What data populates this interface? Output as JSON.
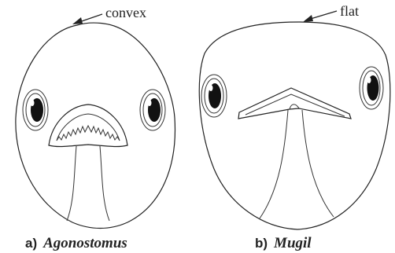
{
  "annotations": {
    "convex": "convex",
    "flat": "flat"
  },
  "captions": {
    "a": {
      "letter": "a)",
      "genus": "Agonostomus"
    },
    "b": {
      "letter": "b)",
      "genus": "Mugil"
    }
  },
  "colors": {
    "ink": "#222222",
    "eye_pupil": "#111111",
    "background": "#ffffff"
  }
}
